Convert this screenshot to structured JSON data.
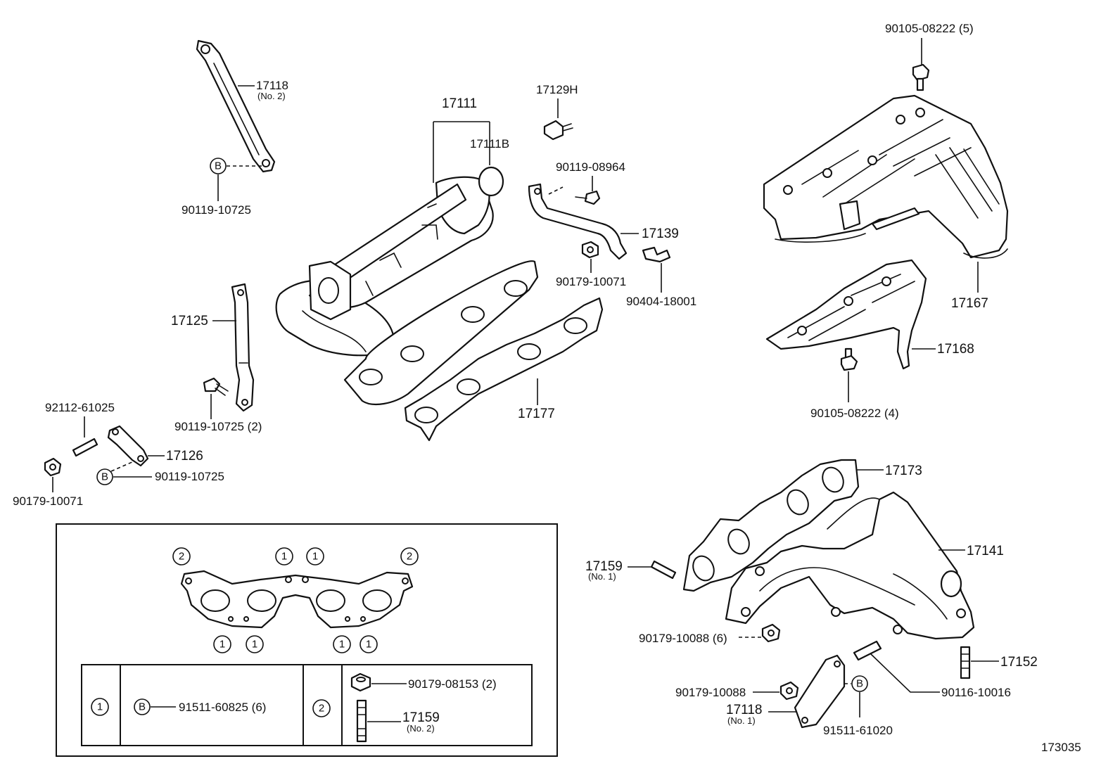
{
  "diagram": {
    "figure_number": "173035",
    "symbols": {
      "b": "B",
      "one": "1",
      "two": "2"
    },
    "parts": {
      "p17118_no2": "17118",
      "p17118_no2_sub": "(No. 2)",
      "p90119_10725_a": "90119-10725",
      "p17111": "17111",
      "p17111B": "17111B",
      "p17129H": "17129H",
      "p90119_08964": "90119-08964",
      "p17139": "17139",
      "p90179_10071_a": "90179-10071",
      "p90404_18001": "90404-18001",
      "p17125": "17125",
      "p90119_10725_2": "90119-10725 (2)",
      "p17177": "17177",
      "p92112_61025": "92112-61025",
      "p17126": "17126",
      "p90119_10725_b": "90119-10725",
      "p90179_10071_b": "90179-10071",
      "p90105_08222_5": "90105-08222 (5)",
      "p17167": "17167",
      "p17168": "17168",
      "p90105_08222_4": "90105-08222 (4)",
      "p17173": "17173",
      "p17141": "17141",
      "p17159_no1": "17159",
      "p17159_no1_sub": "(No. 1)",
      "p90179_10088_6": "90179-10088 (6)",
      "p17152": "17152",
      "p90179_10088": "90179-10088",
      "p90116_10016": "90116-10016",
      "p17118_no1": "17118",
      "p17118_no1_sub": "(No. 1)",
      "p91511_61020": "91511-61020"
    },
    "kit": {
      "p91511_60825_6": "91511-60825 (6)",
      "p90179_08153_2": "90179-08153 (2)",
      "p17159_no2": "17159",
      "p17159_no2_sub": "(No. 2)"
    }
  }
}
